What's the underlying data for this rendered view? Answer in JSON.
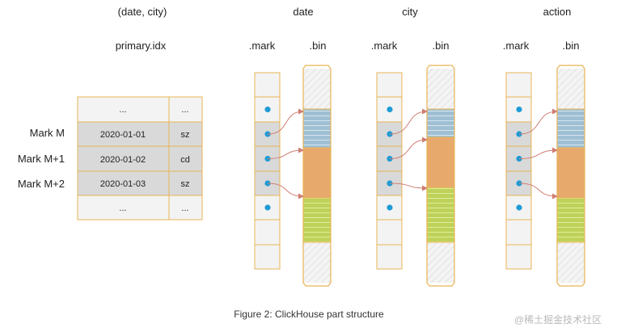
{
  "headers": {
    "index_key": "(date, city)",
    "index_file": "primary.idx",
    "columns": [
      "date",
      "city",
      "action"
    ],
    "mark_label": ".mark",
    "bin_label": ".bin"
  },
  "mark_labels": [
    "Mark M",
    "Mark M+1",
    "Mark M+2"
  ],
  "index_rows": [
    {
      "date": "...",
      "city": "..."
    },
    {
      "date": "2020-01-01",
      "city": "sz"
    },
    {
      "date": "2020-01-02",
      "city": "cd"
    },
    {
      "date": "2020-01-03",
      "city": "sz"
    },
    {
      "date": "...",
      "city": "..."
    }
  ],
  "caption": "Figure 2: ClickHouse part structure",
  "watermark": "@稀土掘金技术社区",
  "colors": {
    "border": "#e8b455",
    "gray_fill": "#d9d9d9",
    "light_fill": "#f3f3f3",
    "dot": "#1f9bd6",
    "arrow": "#d07e72",
    "blue_granule": "#9fbfd3",
    "orange_granule": "#e7a96c",
    "green_granule": "#bed25a"
  }
}
